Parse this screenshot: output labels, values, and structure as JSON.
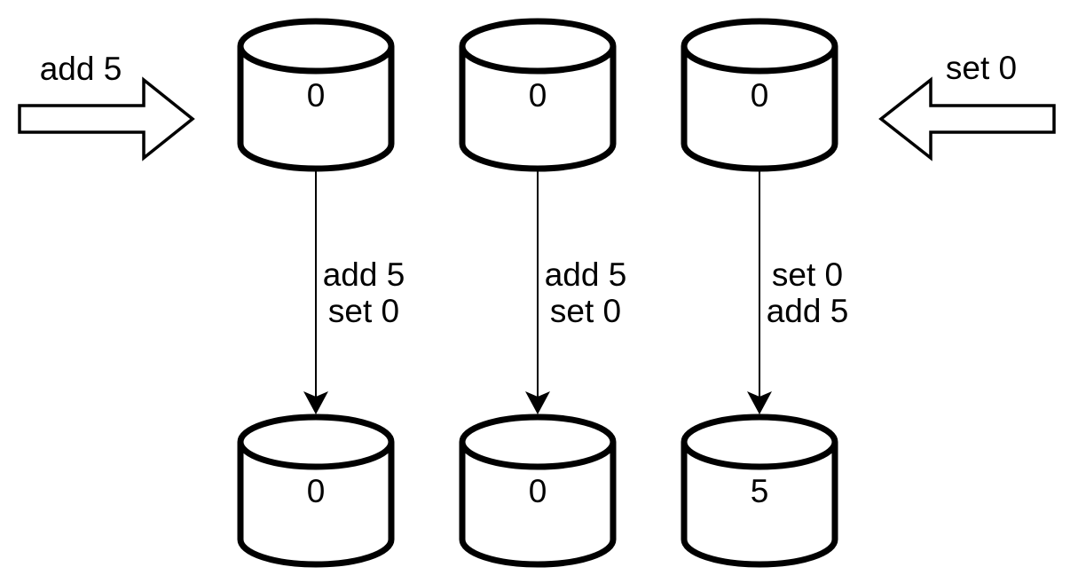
{
  "diagram": {
    "description": "Three databases receiving operations; order of operations differs on the third replica",
    "colors": {
      "stroke": "#000000",
      "fill": "#ffffff"
    },
    "input_arrow_label": "add 5",
    "output_arrow_label": "set 0",
    "top_row": [
      {
        "value": "0"
      },
      {
        "value": "0"
      },
      {
        "value": "0"
      }
    ],
    "bottom_row": [
      {
        "value": "0"
      },
      {
        "value": "0"
      },
      {
        "value": "5"
      }
    ],
    "edges": [
      {
        "lines": [
          "add 5",
          "set 0"
        ]
      },
      {
        "lines": [
          "add 5",
          "set 0"
        ]
      },
      {
        "lines": [
          "set 0",
          "add 5"
        ]
      }
    ]
  }
}
